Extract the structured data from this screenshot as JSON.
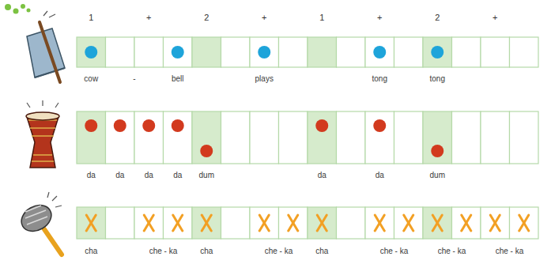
{
  "diagram": {
    "labels": [
      "1",
      "+",
      "2",
      "+",
      "1",
      "+",
      "2",
      "+",
      "cow",
      "-",
      "bell",
      "plays",
      "tong",
      "tong",
      "da",
      "da",
      "da",
      "da",
      "dum",
      "da",
      "da",
      "dum",
      "cha",
      "che - ka",
      "cha",
      "che - ka",
      "cha",
      "che - ka",
      "che - ka",
      "che - ka"
    ]
  }
}
